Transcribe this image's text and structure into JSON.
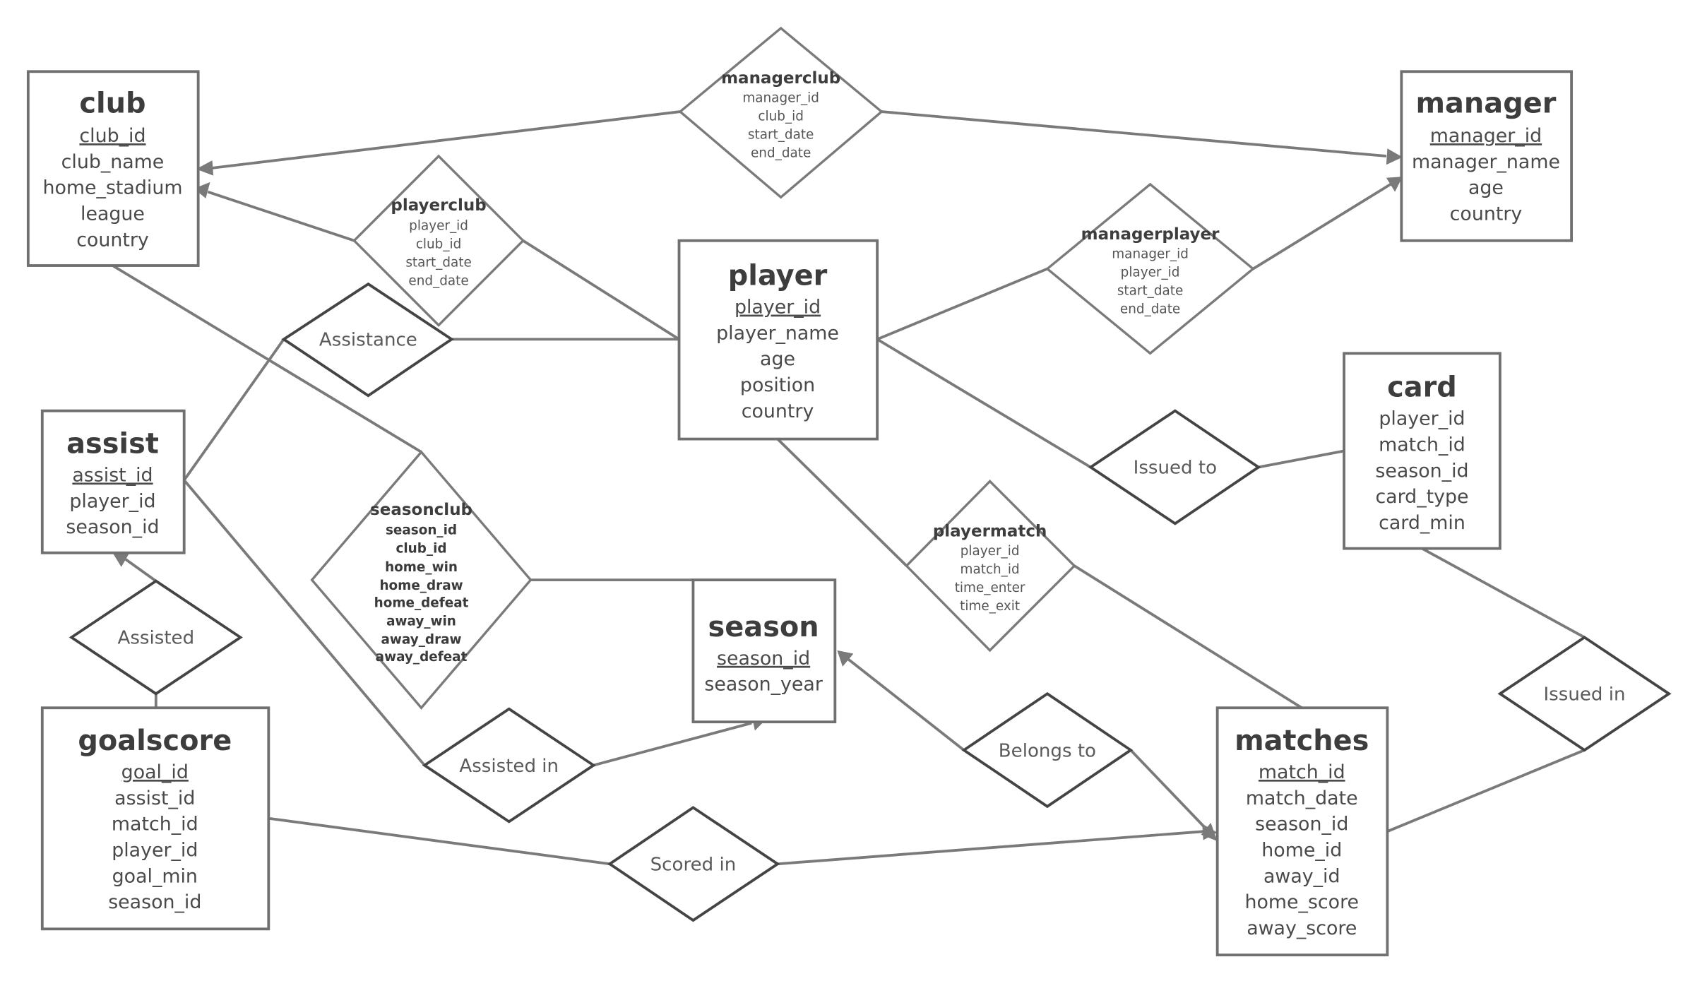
{
  "entities": {
    "club": {
      "title": "club",
      "pk": "club_id",
      "fields": [
        "club_name",
        "home_stadium",
        "league",
        "country"
      ]
    },
    "manager": {
      "title": "manager",
      "pk": "manager_id",
      "fields": [
        "manager_name",
        "age",
        "country"
      ]
    },
    "player": {
      "title": "player",
      "pk": "player_id",
      "fields": [
        "player_name",
        "age",
        "position",
        "country"
      ]
    },
    "card": {
      "title": "card",
      "pk": "",
      "fields": [
        "player_id",
        "match_id",
        "season_id",
        "card_type",
        "card_min"
      ]
    },
    "assist": {
      "title": "assist",
      "pk": "assist_id",
      "fields": [
        "player_id",
        "season_id"
      ]
    },
    "season": {
      "title": "season",
      "pk": "season_id",
      "fields": [
        "season_year"
      ]
    },
    "goalscore": {
      "title": "goalscore",
      "pk": "goal_id",
      "fields": [
        "assist_id",
        "match_id",
        "player_id",
        "goal_min",
        "season_id"
      ]
    },
    "matches": {
      "title": "matches",
      "pk": "match_id",
      "fields": [
        "match_date",
        "season_id",
        "home_id",
        "away_id",
        "home_score",
        "away_score"
      ]
    }
  },
  "associative": {
    "managerclub": {
      "title": "managerclub",
      "fields": [
        "manager_id",
        "club_id",
        "start_date",
        "end_date"
      ]
    },
    "playerclub": {
      "title": "playerclub",
      "fields": [
        "player_id",
        "club_id",
        "start_date",
        "end_date"
      ]
    },
    "managerplayer": {
      "title": "managerplayer",
      "fields": [
        "manager_id",
        "player_id",
        "start_date",
        "end_date"
      ]
    },
    "playermatch": {
      "title": "playermatch",
      "fields": [
        "player_id",
        "match_id",
        "time_enter",
        "time_exit"
      ]
    },
    "seasonclub": {
      "title": "seasonclub",
      "fields": [
        "season_id",
        "club_id",
        "home_win",
        "home_draw",
        "home_defeat",
        "away_win",
        "away_draw",
        "away_defeat"
      ]
    }
  },
  "relationships": {
    "assistance": "Assistance",
    "issued_to": "Issued to",
    "assisted": "Assisted",
    "issued_in": "Issued in",
    "assisted_in": "Assisted in",
    "belongs_to": "Belongs to",
    "scored_in": "Scored in"
  },
  "colors": {
    "background": "#ffffff",
    "entity_border": "#707070",
    "relationship_border": "#444444",
    "line": "#7a7a7a",
    "text": "#4a4a4a"
  }
}
